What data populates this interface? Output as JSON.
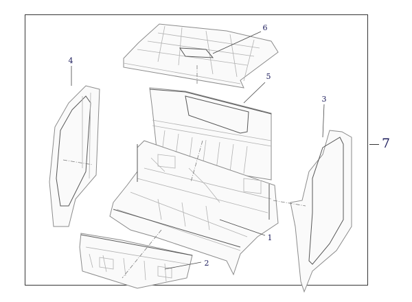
{
  "diagram": {
    "callouts": [
      {
        "number": "1",
        "part": "floor"
      },
      {
        "number": "2",
        "part": "front-panel"
      },
      {
        "number": "3",
        "part": "right-side-frame"
      },
      {
        "number": "4",
        "part": "left-side-frame"
      },
      {
        "number": "5",
        "part": "back-panel"
      },
      {
        "number": "6",
        "part": "roof"
      }
    ],
    "assembly_number": "7"
  }
}
